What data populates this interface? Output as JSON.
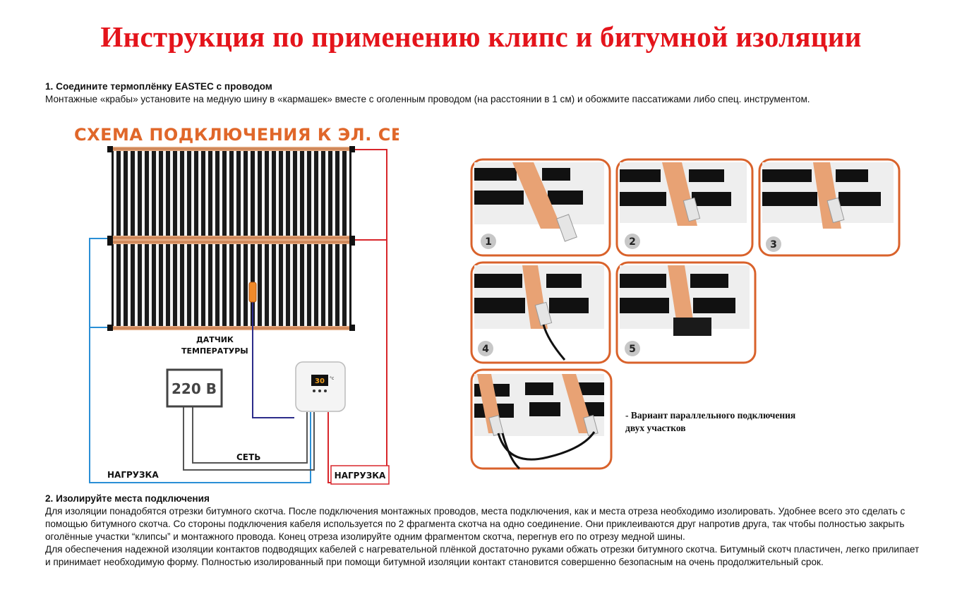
{
  "title": "Инструкция по применению клипс и битумной изоляции",
  "section1": {
    "number": "1.",
    "heading": "Соедините термоплёнку EASTEC  с проводом",
    "body": "Монтажные «крабы» установите на медную шину в «кармашек» вместе с оголенным проводом (на расстоянии в 1 см) и обожмите пассатижами либо спец. инструментом."
  },
  "diagram": {
    "title": "СХЕМА ПОДКЛЮЧЕНИЯ К ЭЛ. СЕТИ",
    "sensor_label_1": "ДАТЧИК",
    "sensor_label_2": "ТЕМПЕРАТУРЫ",
    "voltage": "220 В",
    "net_label": "СЕТЬ",
    "load_left": "НАГРУЗКА",
    "load_right": "НАГРУЗКА",
    "thermostat_display": "30",
    "thermostat_unit": "°c"
  },
  "steps": [
    "1",
    "2",
    "3",
    "4",
    "5"
  ],
  "parallel_note": {
    "line1": "- Вариант параллельного подключения",
    "line2": "двух участков"
  },
  "section2": {
    "number": "2.",
    "heading": "Изолируйте места подключения",
    "body1": "Для изоляции понадобятся отрезки битумного скотча. После подключения монтажных проводов, места подключения, как и места отреза необходимо изолировать. Удобнее всего это сделать с помощью битумного скотча. Со стороны подключения кабеля используется по 2 фрагмента скотча на одно соединение. Они приклеиваются друг напротив друга, так чтобы полностью закрыть оголённые участки “клипсы” и монтажного провода. Конец отреза изолируйте одним фрагментом скотча, перегнув его по отрезу медной шины.",
    "body2": "Для обеспечения надежной изоляции контактов подводящих кабелей с нагревательной плёнкой достаточно руками обжать отрезки битумного скотча. Битумный скотч пластичен, легко прилипает и принимает необходимую форму. Полностью изолированный при помощи битумной изоляции контакт становится совершенно безопасным на очень продолжительный срок."
  },
  "colors": {
    "title_red": "#e4141b",
    "diagram_orange": "#e0672a",
    "wire_blue": "#2a8fd6",
    "wire_red": "#d8262b",
    "frame_orange": "#d9622b"
  }
}
